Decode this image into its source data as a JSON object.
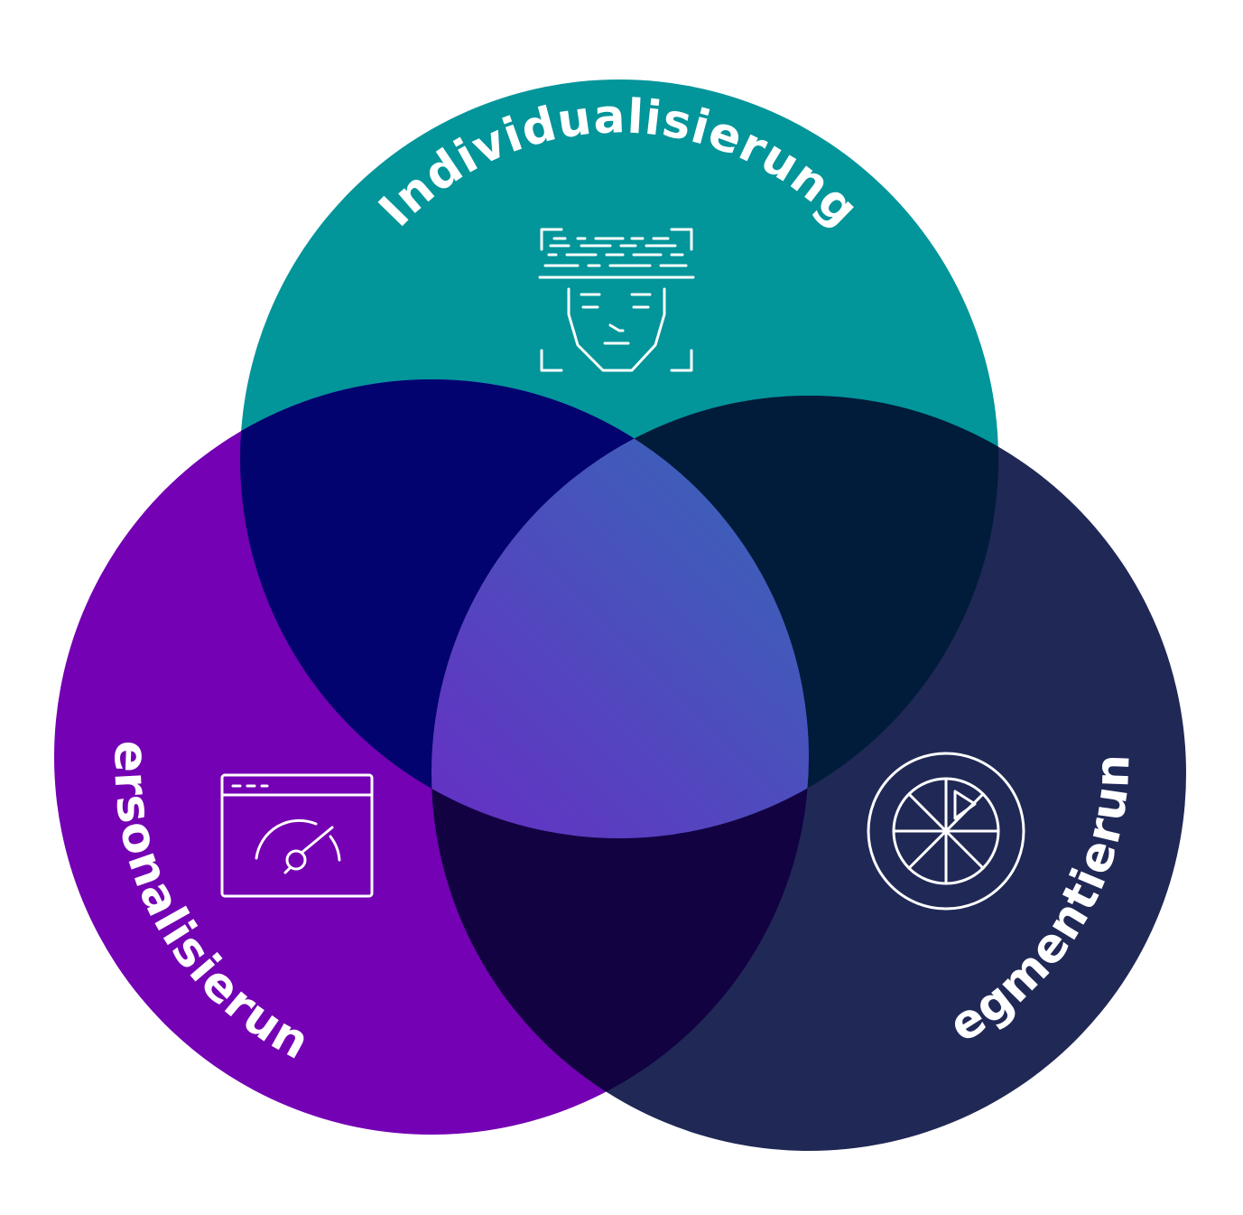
{
  "diagram": {
    "colors": {
      "top_circle": "#02959A",
      "left_circle": "#7401B3",
      "right_circle": "#202856",
      "overlap_top_left": "#03036F",
      "overlap_top_right": "#011C3A",
      "overlap_left_right": "#120242",
      "center_gradient_start": "#7A18C9",
      "center_gradient_end": "#1A88B0",
      "label_color": "#FFFFFF"
    },
    "circles": [
      {
        "id": "top",
        "label": "Individualisierung",
        "icon": "face-scan-icon"
      },
      {
        "id": "left",
        "label": "Personalisierung",
        "icon": "browser-speedometer-icon"
      },
      {
        "id": "right",
        "label": "Segmentierung",
        "icon": "pie-segment-icon"
      }
    ]
  }
}
